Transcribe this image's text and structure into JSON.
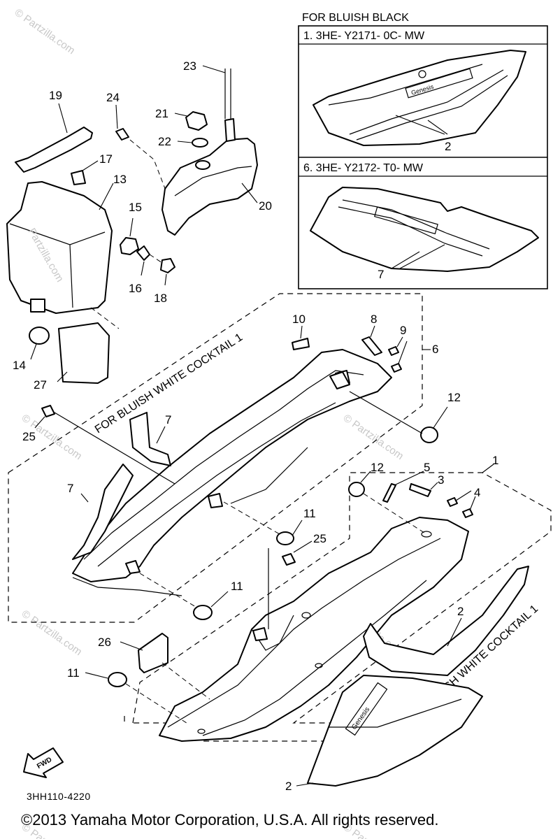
{
  "boxes": {
    "black_header": "FOR BLUISH BLACK",
    "black_part1": "1. 3HE- Y2171- 0C- MW",
    "black_part6": "6. 3HE- Y2172- T0- MW",
    "white_cocktail_upper": "FOR BLUISH WHITE COCKTAIL 1",
    "white_cocktail_lower": "FOR BLUISH WHITE COCKTAIL 1"
  },
  "callouts": {
    "c1": "1",
    "c2a": "2",
    "c2b": "2",
    "c2c": "2",
    "c3": "3",
    "c4": "4",
    "c5": "5",
    "c6": "6",
    "c7a": "7",
    "c7b": "7",
    "c7c": "7",
    "c8": "8",
    "c9": "9",
    "c10": "10",
    "c11a": "11",
    "c11b": "11",
    "c11c": "11",
    "c12a": "12",
    "c12b": "12",
    "c13": "13",
    "c14": "14",
    "c15": "15",
    "c16": "16",
    "c17": "17",
    "c18": "18",
    "c19": "19",
    "c20": "20",
    "c21": "21",
    "c22": "22",
    "c23": "23",
    "c24": "24",
    "c25a": "25",
    "c25b": "25",
    "c26": "26",
    "c27": "27"
  },
  "fwd_label": "FWD",
  "emblem_text": "Genesis",
  "watermark": "© Partzilla.com",
  "footer": {
    "ref_code": "3HH110-4220",
    "copyright": "©2013 Yamaha Motor Corporation, U.S.A. All rights reserved."
  }
}
